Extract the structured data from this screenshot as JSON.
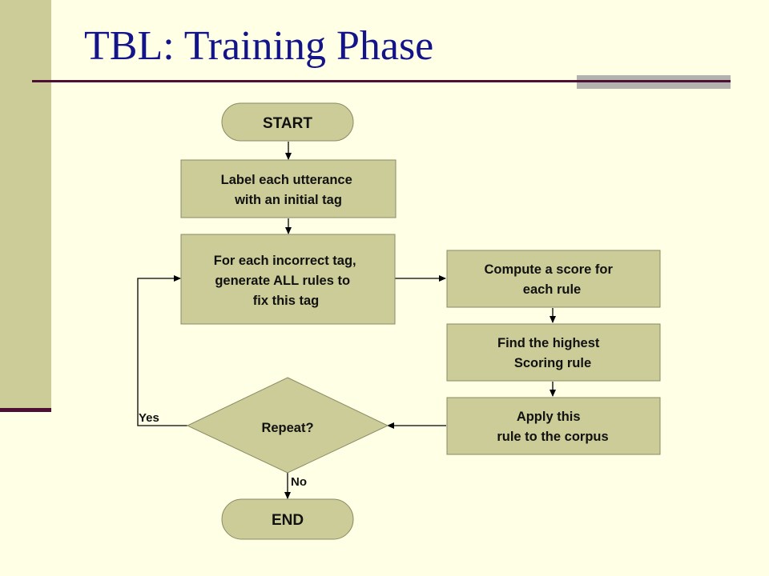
{
  "title": "TBL: Training Phase",
  "colors": {
    "background": "#ffffe5",
    "sidebar": "#cccc99",
    "title_text": "#13138a",
    "node_fill": "#cccc99",
    "node_stroke": "#8a8a66",
    "rule_line": "#4d0f33"
  },
  "nodes": {
    "start": {
      "lines": [
        "START"
      ]
    },
    "label": {
      "lines": [
        "Label each utterance",
        "with an initial tag"
      ]
    },
    "generate": {
      "lines": [
        "For each incorrect tag,",
        "generate ALL rules to",
        "fix this tag"
      ]
    },
    "compute": {
      "lines": [
        "Compute a score for",
        "each rule"
      ]
    },
    "find": {
      "lines": [
        "Find the highest",
        "Scoring rule"
      ]
    },
    "apply": {
      "lines": [
        "Apply this",
        "rule to the corpus"
      ]
    },
    "repeat": {
      "lines": [
        "Repeat?"
      ]
    },
    "end": {
      "lines": [
        "END"
      ]
    }
  },
  "edge_labels": {
    "yes": "Yes",
    "no": "No"
  }
}
